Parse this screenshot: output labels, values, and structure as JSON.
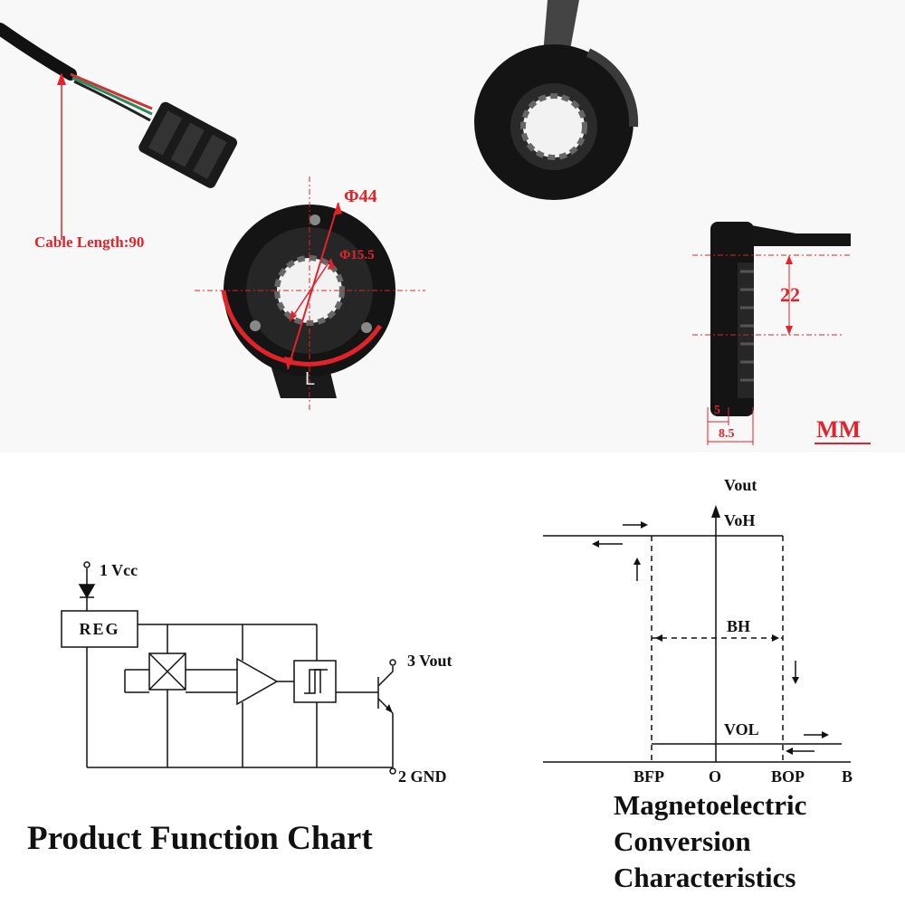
{
  "photos": {
    "cable_label": "Cable Length:90",
    "outer_diameter": "Φ44",
    "inner_diameter": "Φ15.5",
    "housing_mark": "L",
    "height_dim": "22",
    "thickness_inner": "5",
    "thickness_outer": "8.5",
    "unit": "MM"
  },
  "circuit": {
    "pin1": "1  Vcc",
    "reg": "REG",
    "pin3": "3  Vout",
    "pin2": "2  GND",
    "title": "Product Function Chart"
  },
  "hysteresis": {
    "y_axis": "Vout",
    "voh": "VoH",
    "bh": "BH",
    "vol": "VOL",
    "bfp": "BFP",
    "origin": "O",
    "bop": "BOP",
    "x_axis": "B",
    "title_line1": "Magnetoelectric",
    "title_line2": "Conversion",
    "title_line3": "Characteristics"
  },
  "colors": {
    "dimension": "#e3232a",
    "line": "#111111",
    "photo_bg": "#f8f8f8"
  }
}
